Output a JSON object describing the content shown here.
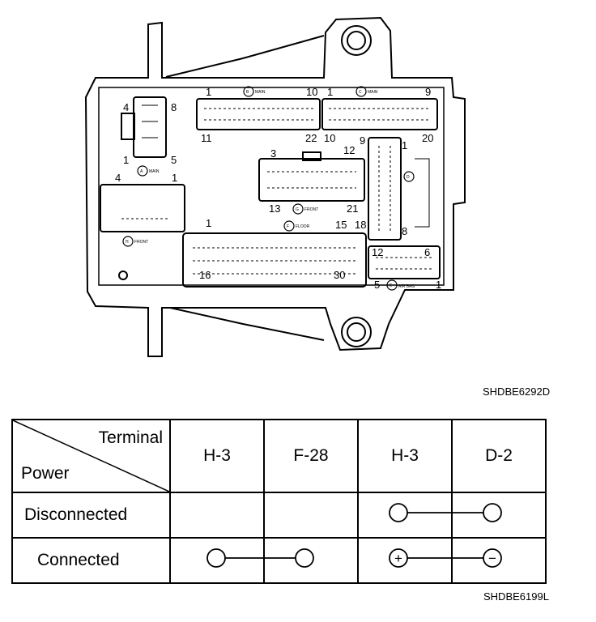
{
  "diagram": {
    "connectors": {
      "A": {
        "letter": "A",
        "pins": {
          "tl": "4",
          "tr": "8",
          "bl": "1",
          "br": "5"
        },
        "tag": "MAIN"
      },
      "B": {
        "letter": "B",
        "pins": {
          "tl": "1",
          "tr": "10",
          "bl": "11",
          "br": "22"
        },
        "tag": "MAIN"
      },
      "C": {
        "letter": "C",
        "pins": {
          "tl": "1",
          "tr": "9",
          "bl": "10",
          "br": "20"
        },
        "tag": "MAIN"
      },
      "D": {
        "letter": "D",
        "pins": {
          "tl": "9",
          "tr": "1",
          "bl": "18",
          "br": "8"
        }
      },
      "E": {
        "letter": "E",
        "pins": {
          "tl": "12",
          "tr": "6",
          "bl": "5",
          "br": "1"
        },
        "tag": "AIR BAG"
      },
      "F": {
        "letter": "F",
        "pins": {
          "tl": "1",
          "tr": "15",
          "bl": "16",
          "br": "30"
        },
        "tag": "FLOOR"
      },
      "G": {
        "letter": "G",
        "pins": {
          "tl": "3",
          "tr": "12",
          "bl": "13",
          "br": "21"
        },
        "tag": "FRONT"
      },
      "H": {
        "letter": "H",
        "pins": {
          "tl": "4",
          "tr": "1"
        },
        "tag": "FRONT"
      }
    },
    "code": "SHDBE6292D"
  },
  "table": {
    "header_terminal": "Terminal",
    "header_power": "Power",
    "columns": [
      "H-3",
      "F-28",
      "H-3",
      "D-2"
    ],
    "rows": [
      {
        "label": "Disconnected"
      },
      {
        "label": "Connected"
      }
    ],
    "polarity": {
      "plus": "+",
      "minus": "−"
    },
    "code": "SHDBE6199L"
  }
}
